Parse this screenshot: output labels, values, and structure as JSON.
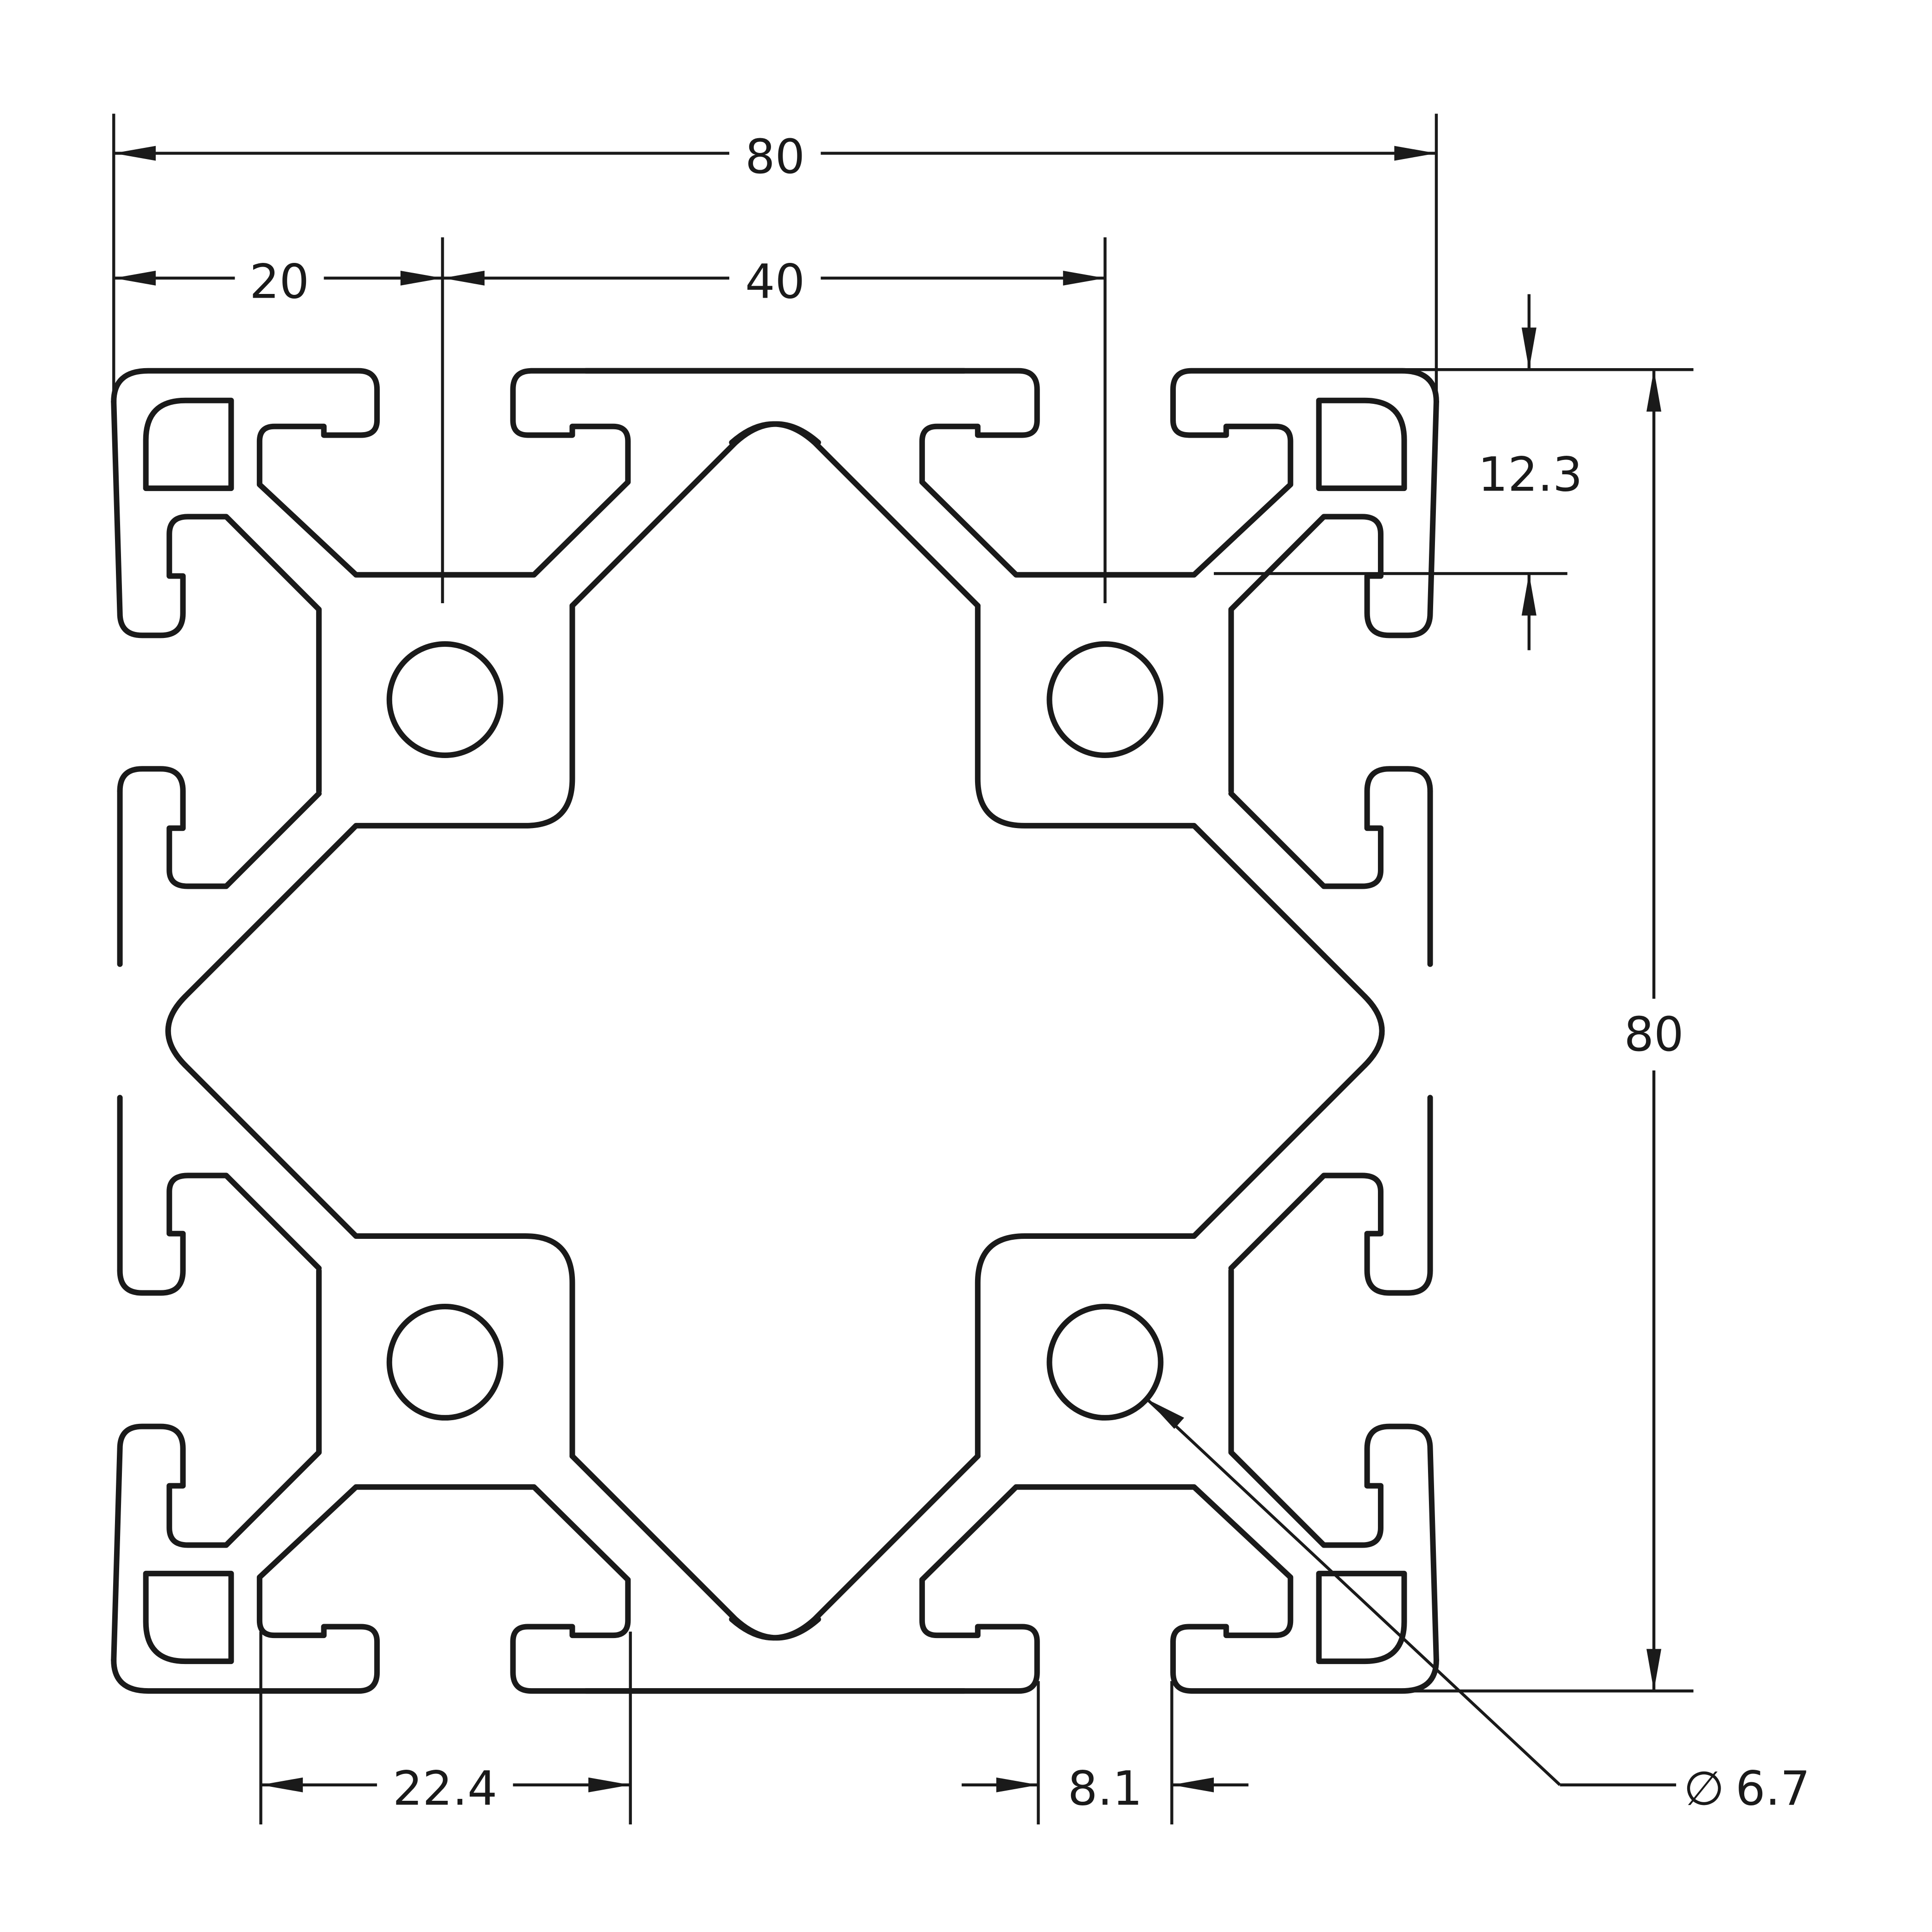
{
  "diagram": {
    "colors": {
      "line": "#1a1a1a",
      "background": "#ffffff"
    },
    "dimensions": {
      "overall_width": "80",
      "overall_height": "80",
      "slot_pitch_left": "20",
      "slot_pitch_center": "40",
      "slot_depth": "12.3",
      "slot_span": "22.4",
      "slot_opening": "8.1",
      "diameter_symbol": "∅",
      "hole_diameter": "6.7"
    }
  }
}
